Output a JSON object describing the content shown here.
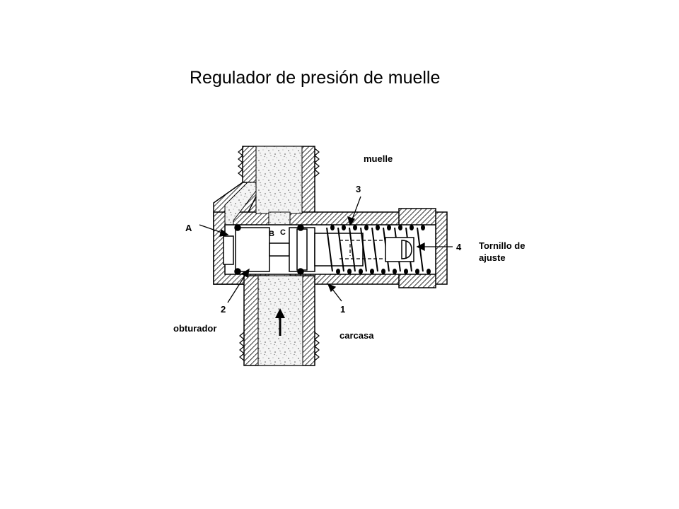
{
  "title": "Regulador de presión de muelle",
  "labels": {
    "muelle": "muelle",
    "tornillo_line1": "Tornillo de",
    "tornillo_line2": "ajuste",
    "obturador": "obturador",
    "carcasa": "carcasa"
  },
  "callouts": {
    "a": "A",
    "b": "B",
    "c": "C",
    "n1": "1",
    "n2": "2",
    "n3": "3",
    "n4": "4"
  }
}
